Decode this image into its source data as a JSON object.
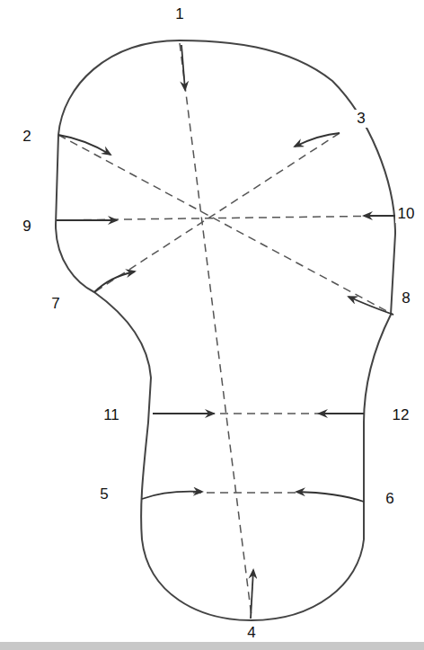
{
  "diagram": {
    "labels": [
      "1",
      "2",
      "3",
      "9",
      "10",
      "7",
      "8",
      "11",
      "12",
      "5",
      "6",
      "4"
    ]
  }
}
